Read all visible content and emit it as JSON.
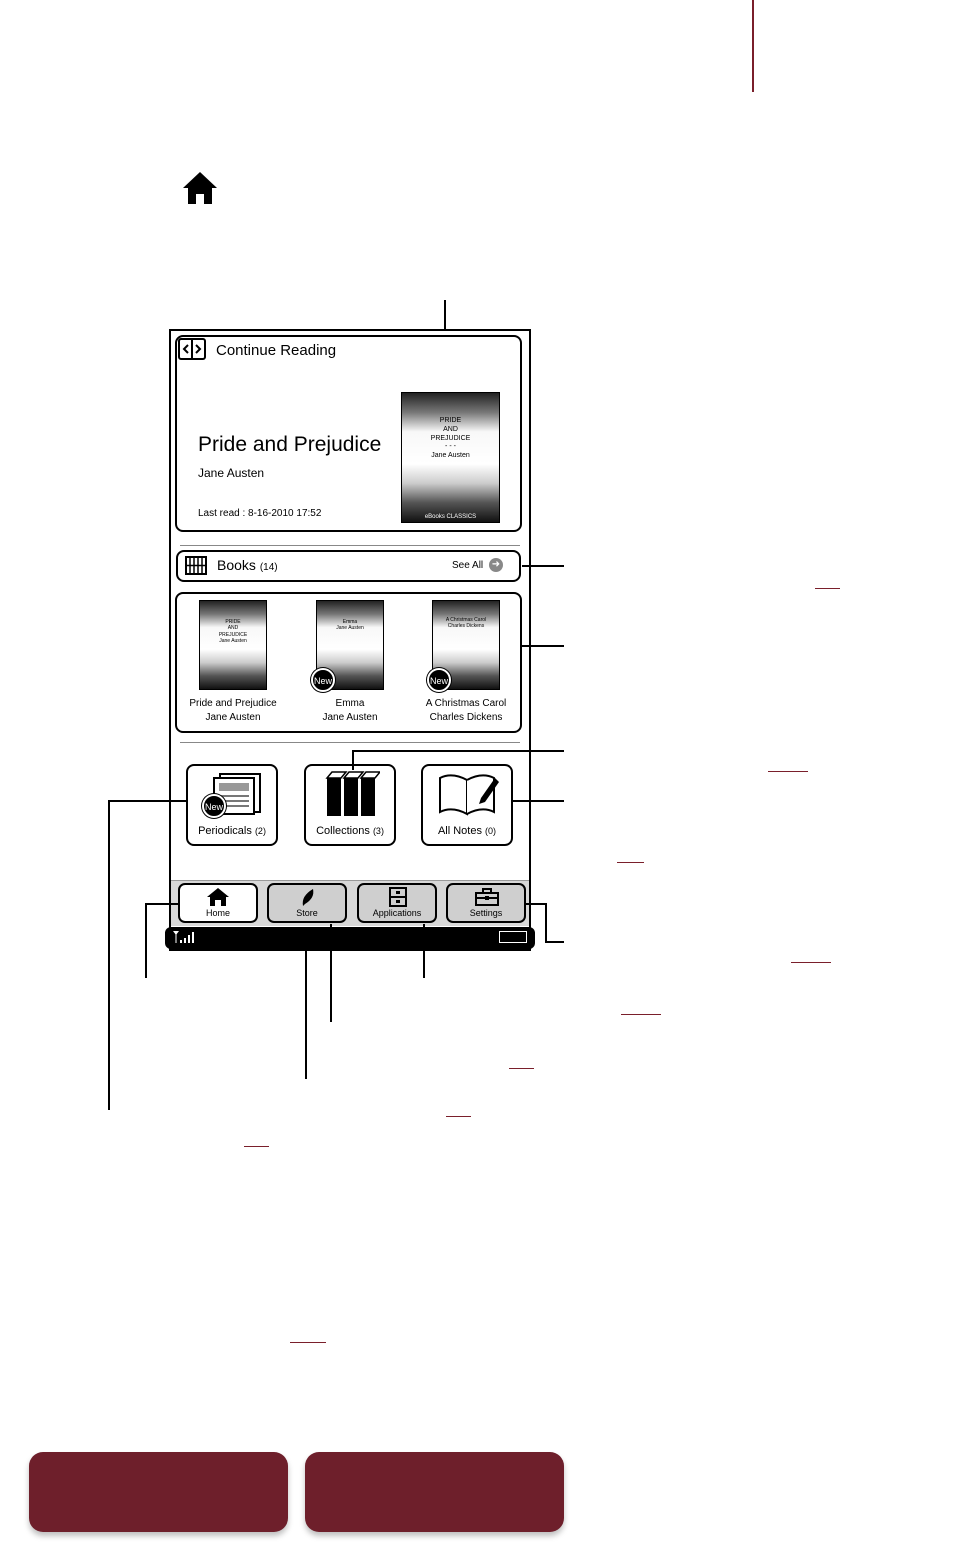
{
  "continue_reading": {
    "label": "Continue Reading",
    "title": "Pride and Prejudice",
    "author": "Jane Austen",
    "last_read": "Last read : 8-16-2010 17:52",
    "cover": {
      "lines": [
        "PRIDE",
        "AND",
        "PREJUDICE",
        "- - -",
        "Jane Austen"
      ],
      "publisher": "eBooks CLASSICS"
    }
  },
  "books": {
    "label": "Books",
    "count": "(14)",
    "see_all": "See All"
  },
  "book_list": [
    {
      "title": "Pride and Prejudice",
      "author": "Jane Austen",
      "is_new": false
    },
    {
      "title": "Emma",
      "author": "Jane Austen",
      "is_new": true,
      "badge": "New"
    },
    {
      "title": "A Christmas Carol",
      "author": "Charles Dickens",
      "is_new": true,
      "badge": "New"
    }
  ],
  "tiles": {
    "periodicals": {
      "label": "Periodicals",
      "count": "(2)",
      "badge": "New"
    },
    "collections": {
      "label": "Collections",
      "count": "(3)"
    },
    "notes": {
      "label": "All Notes",
      "count": "(0)"
    }
  },
  "tabs": {
    "home": "Home",
    "store": "Store",
    "applications": "Applications",
    "settings": "Settings"
  },
  "colors": {
    "accent": "#6e1f2b",
    "link_underline": "#7a1f2b"
  }
}
